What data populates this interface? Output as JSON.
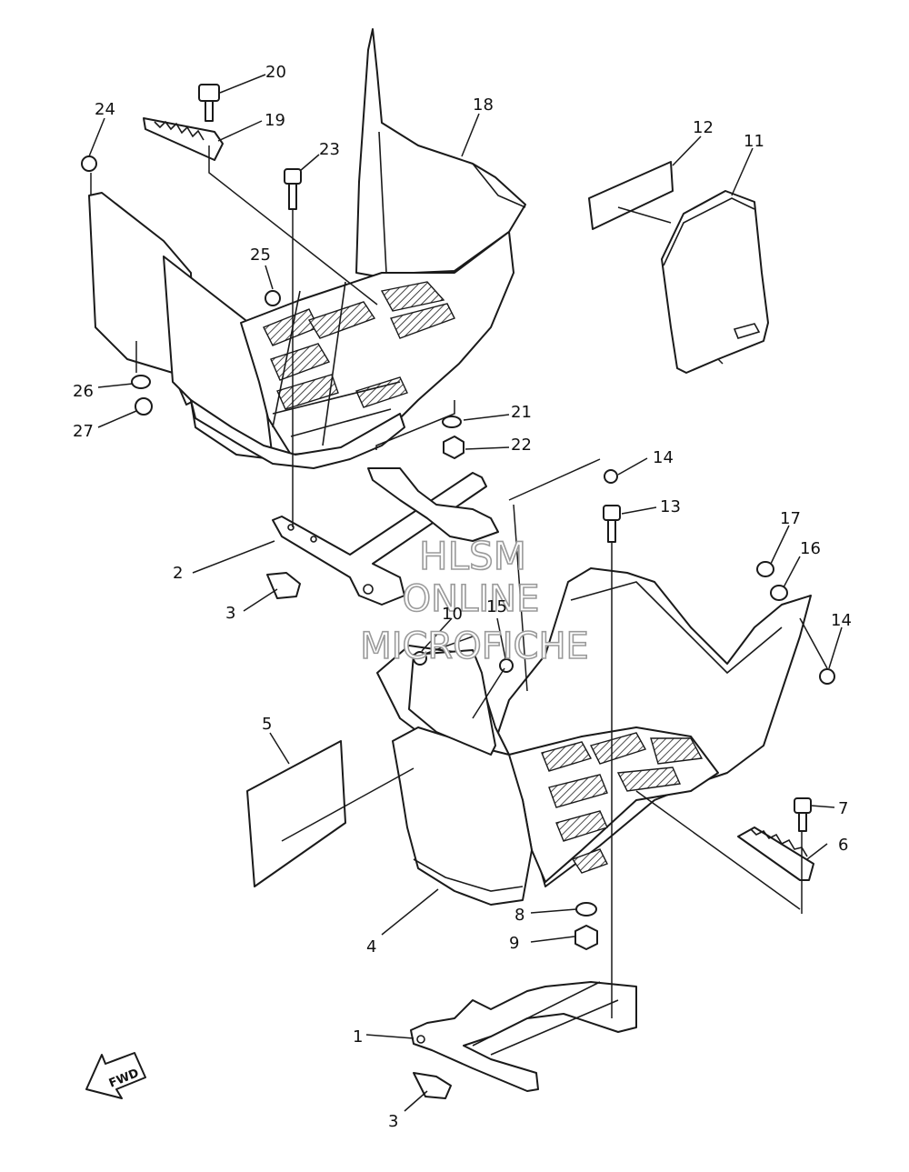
{
  "watermark": {
    "line1": "HLSM",
    "line2": "ONLINE",
    "line3": "MICROFICHE"
  },
  "direction_label": "FWD",
  "callouts": [
    {
      "id": "c20",
      "label": "20"
    },
    {
      "id": "c24",
      "label": "24"
    },
    {
      "id": "c19",
      "label": "19"
    },
    {
      "id": "c18",
      "label": "18"
    },
    {
      "id": "c23",
      "label": "23"
    },
    {
      "id": "c12",
      "label": "12"
    },
    {
      "id": "c11",
      "label": "11"
    },
    {
      "id": "c25",
      "label": "25"
    },
    {
      "id": "c26",
      "label": "26"
    },
    {
      "id": "c27",
      "label": "27"
    },
    {
      "id": "c21",
      "label": "21"
    },
    {
      "id": "c22",
      "label": "22"
    },
    {
      "id": "c14a",
      "label": "14"
    },
    {
      "id": "c13",
      "label": "13"
    },
    {
      "id": "c17",
      "label": "17"
    },
    {
      "id": "c16",
      "label": "16"
    },
    {
      "id": "c2",
      "label": "2"
    },
    {
      "id": "c3a",
      "label": "3"
    },
    {
      "id": "c10",
      "label": "10"
    },
    {
      "id": "c15",
      "label": "15"
    },
    {
      "id": "c14b",
      "label": "14"
    },
    {
      "id": "c5",
      "label": "5"
    },
    {
      "id": "c7",
      "label": "7"
    },
    {
      "id": "c6",
      "label": "6"
    },
    {
      "id": "c8",
      "label": "8"
    },
    {
      "id": "c4",
      "label": "4"
    },
    {
      "id": "c9",
      "label": "9"
    },
    {
      "id": "c1",
      "label": "1"
    },
    {
      "id": "c3b",
      "label": "3"
    }
  ]
}
